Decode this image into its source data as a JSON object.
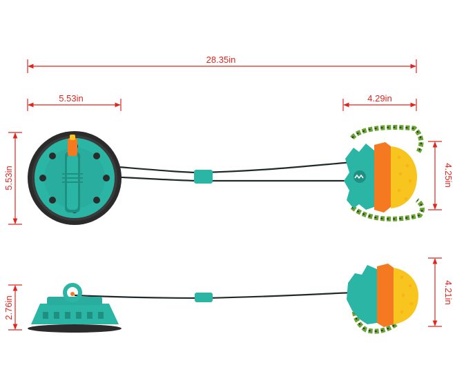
{
  "dimensions": {
    "total_length": "28.35in",
    "base_width": "5.53in",
    "ball_length": "4.29in",
    "base_height_front": "5.53in",
    "ball_height_front": "4.25in",
    "base_height_side": "2.76in",
    "ball_height_side": "4.21in"
  },
  "colors": {
    "dimension_line": "#e0251e",
    "teal": "#2bb5a5",
    "teal_dark": "#1f8f82",
    "orange": "#f47920",
    "yellow": "#f7c51e",
    "rope_green": "#6aa530",
    "base_dark": "#2b2b2b",
    "cord": "#1f2a2a"
  }
}
